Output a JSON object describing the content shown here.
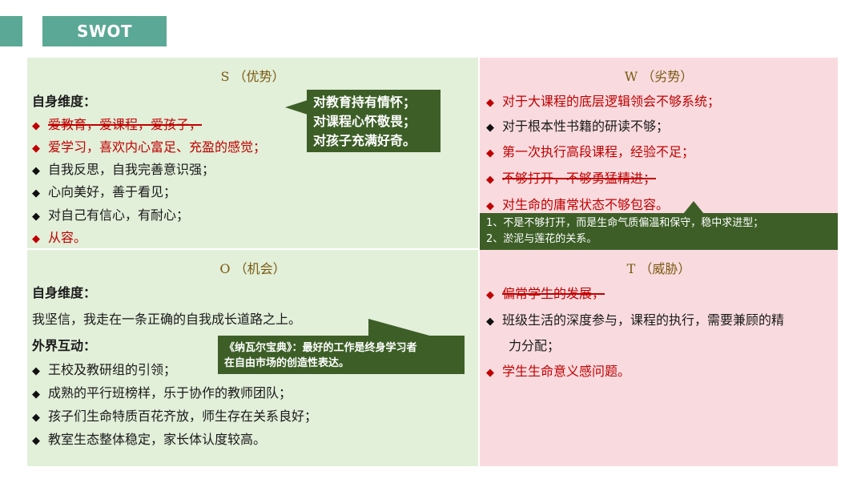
{
  "header": {
    "title": "SWOT"
  },
  "s": {
    "title": "S （优势）",
    "heading": "自身维度：",
    "items": [
      "爱教育，爱课程，爱孩子，",
      "爱学习，喜欢内心富足、充盈的感觉；",
      "自我反思，自我完善意识强；",
      "心向美好，善于看见；",
      "对自己有信心，有耐心；",
      "从容。"
    ],
    "callout": [
      "对教育持有情怀；",
      "对课程心怀敬畏；",
      "对孩子充满好奇。"
    ]
  },
  "w": {
    "title": "W （劣势）",
    "items": [
      "对于大课程的底层逻辑领会不够系统；",
      "对于根本性书籍的研读不够；",
      "第一次执行高段课程，经验不足；",
      "不够打开，不够勇猛精进；",
      "对生命的庸常状态不够包容。"
    ],
    "callout": [
      "1、不是不够打开，而是生命气质偏温和保守，稳中求进型；",
      "2、淤泥与莲花的关系。"
    ]
  },
  "o": {
    "title": "O （机会）",
    "heading1": "自身维度：",
    "self_text": "我坚信，我走在一条正确的自我成长道路之上。",
    "heading2": "外界互动：",
    "items": [
      "王校及教研组的引领；",
      "成熟的平行班榜样，乐于协作的教师团队；",
      "孩子们生命特质百花齐放，师生存在关系良好；",
      "教室生态整体稳定，家长体认度较高。"
    ],
    "callout": [
      "《纳瓦尔宝典》：最好的工作是终身学习者",
      "在自由市场的创造性表达。"
    ]
  },
  "t": {
    "title": "T （威胁）",
    "items": [
      "偏常学生的发展，",
      "班级生活的深度参与，课程的执行，需要兼顾的精",
      "力分配；",
      "学生生命意义感问题。"
    ]
  },
  "bullet": "◆",
  "colors": {
    "green_bg": "#e2efd9",
    "pink_bg": "#f9dbdf",
    "accent": "#5aa895",
    "callout": "#3d5f27",
    "red": "#c00000"
  }
}
